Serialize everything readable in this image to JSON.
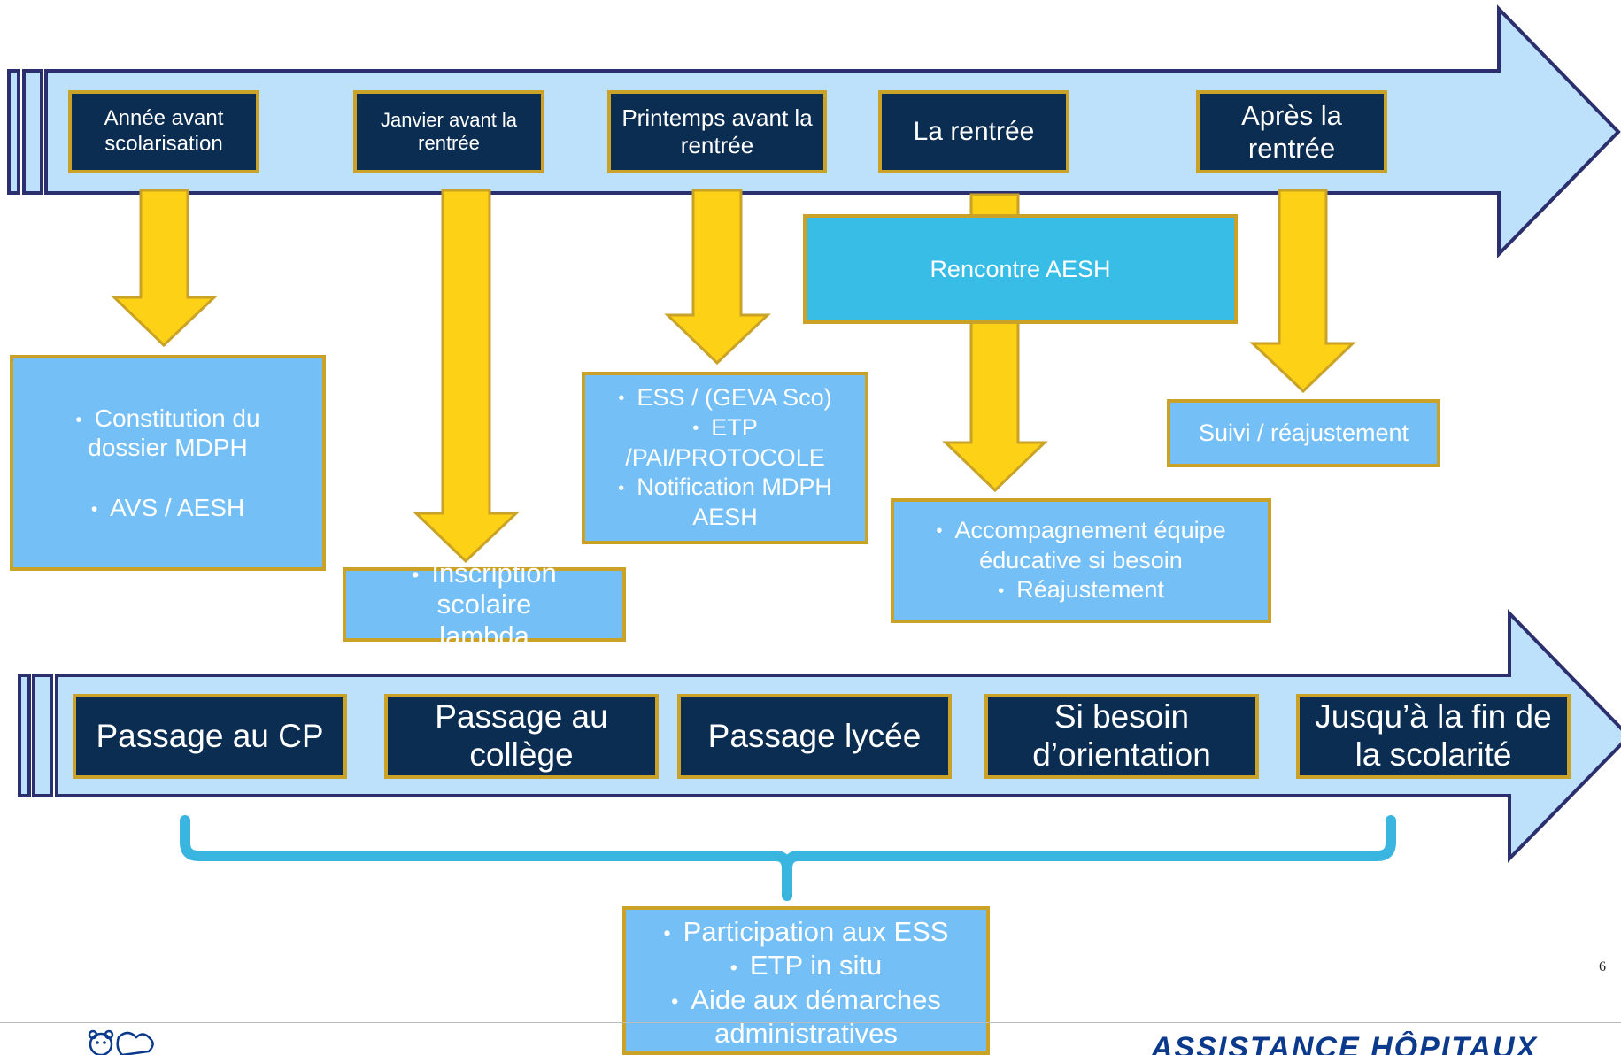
{
  "top_timeline": {
    "steps": [
      "Année avant scolarisation",
      "Janvier avant la rentrée",
      "Printemps avant la rentrée",
      "La rentrée",
      "Après la rentrée"
    ]
  },
  "top_actions": {
    "box1": [
      "Constitution du dossier MDPH",
      "AVS / AESH"
    ],
    "box2": [
      "Inscription scolaire lambda"
    ],
    "box3": [
      "ESS / (GEVA Sco)",
      "ETP /PAI/PROTOCOLE",
      "Notification MDPH AESH"
    ],
    "meeting": "Rencontre AESH",
    "box4": [
      "Accompagnement équipe éducative si besoin",
      "Réajustement"
    ],
    "box5": "Suivi / réajustement"
  },
  "bottom_timeline": {
    "steps": [
      "Passage au CP",
      "Passage au collège",
      "Passage lycée",
      "Si besoin d’orientation",
      "Jusqu’à la fin de la scolarité"
    ]
  },
  "bottom_actions": [
    "Participation aux ESS",
    "ETP in situ",
    "Aide aux démarches administratives"
  ],
  "page_number": "6",
  "footer": {
    "logo_right_text": "ASSISTANCE HÔPITAUX",
    "logo_left_icon": "teddy-bear-logo-icon",
    "logo_right_icon": "hospital-logo-icon"
  },
  "colors": {
    "arrow_fill": "#bde0fb",
    "arrow_stroke": "#2b2f6e",
    "dark_box": "#0b2d52",
    "light_box": "#74bff6",
    "cyan_box": "#38bde6",
    "gold": "#fcd116",
    "gold_border": "#c9a227",
    "brace": "#3ab5e0"
  }
}
